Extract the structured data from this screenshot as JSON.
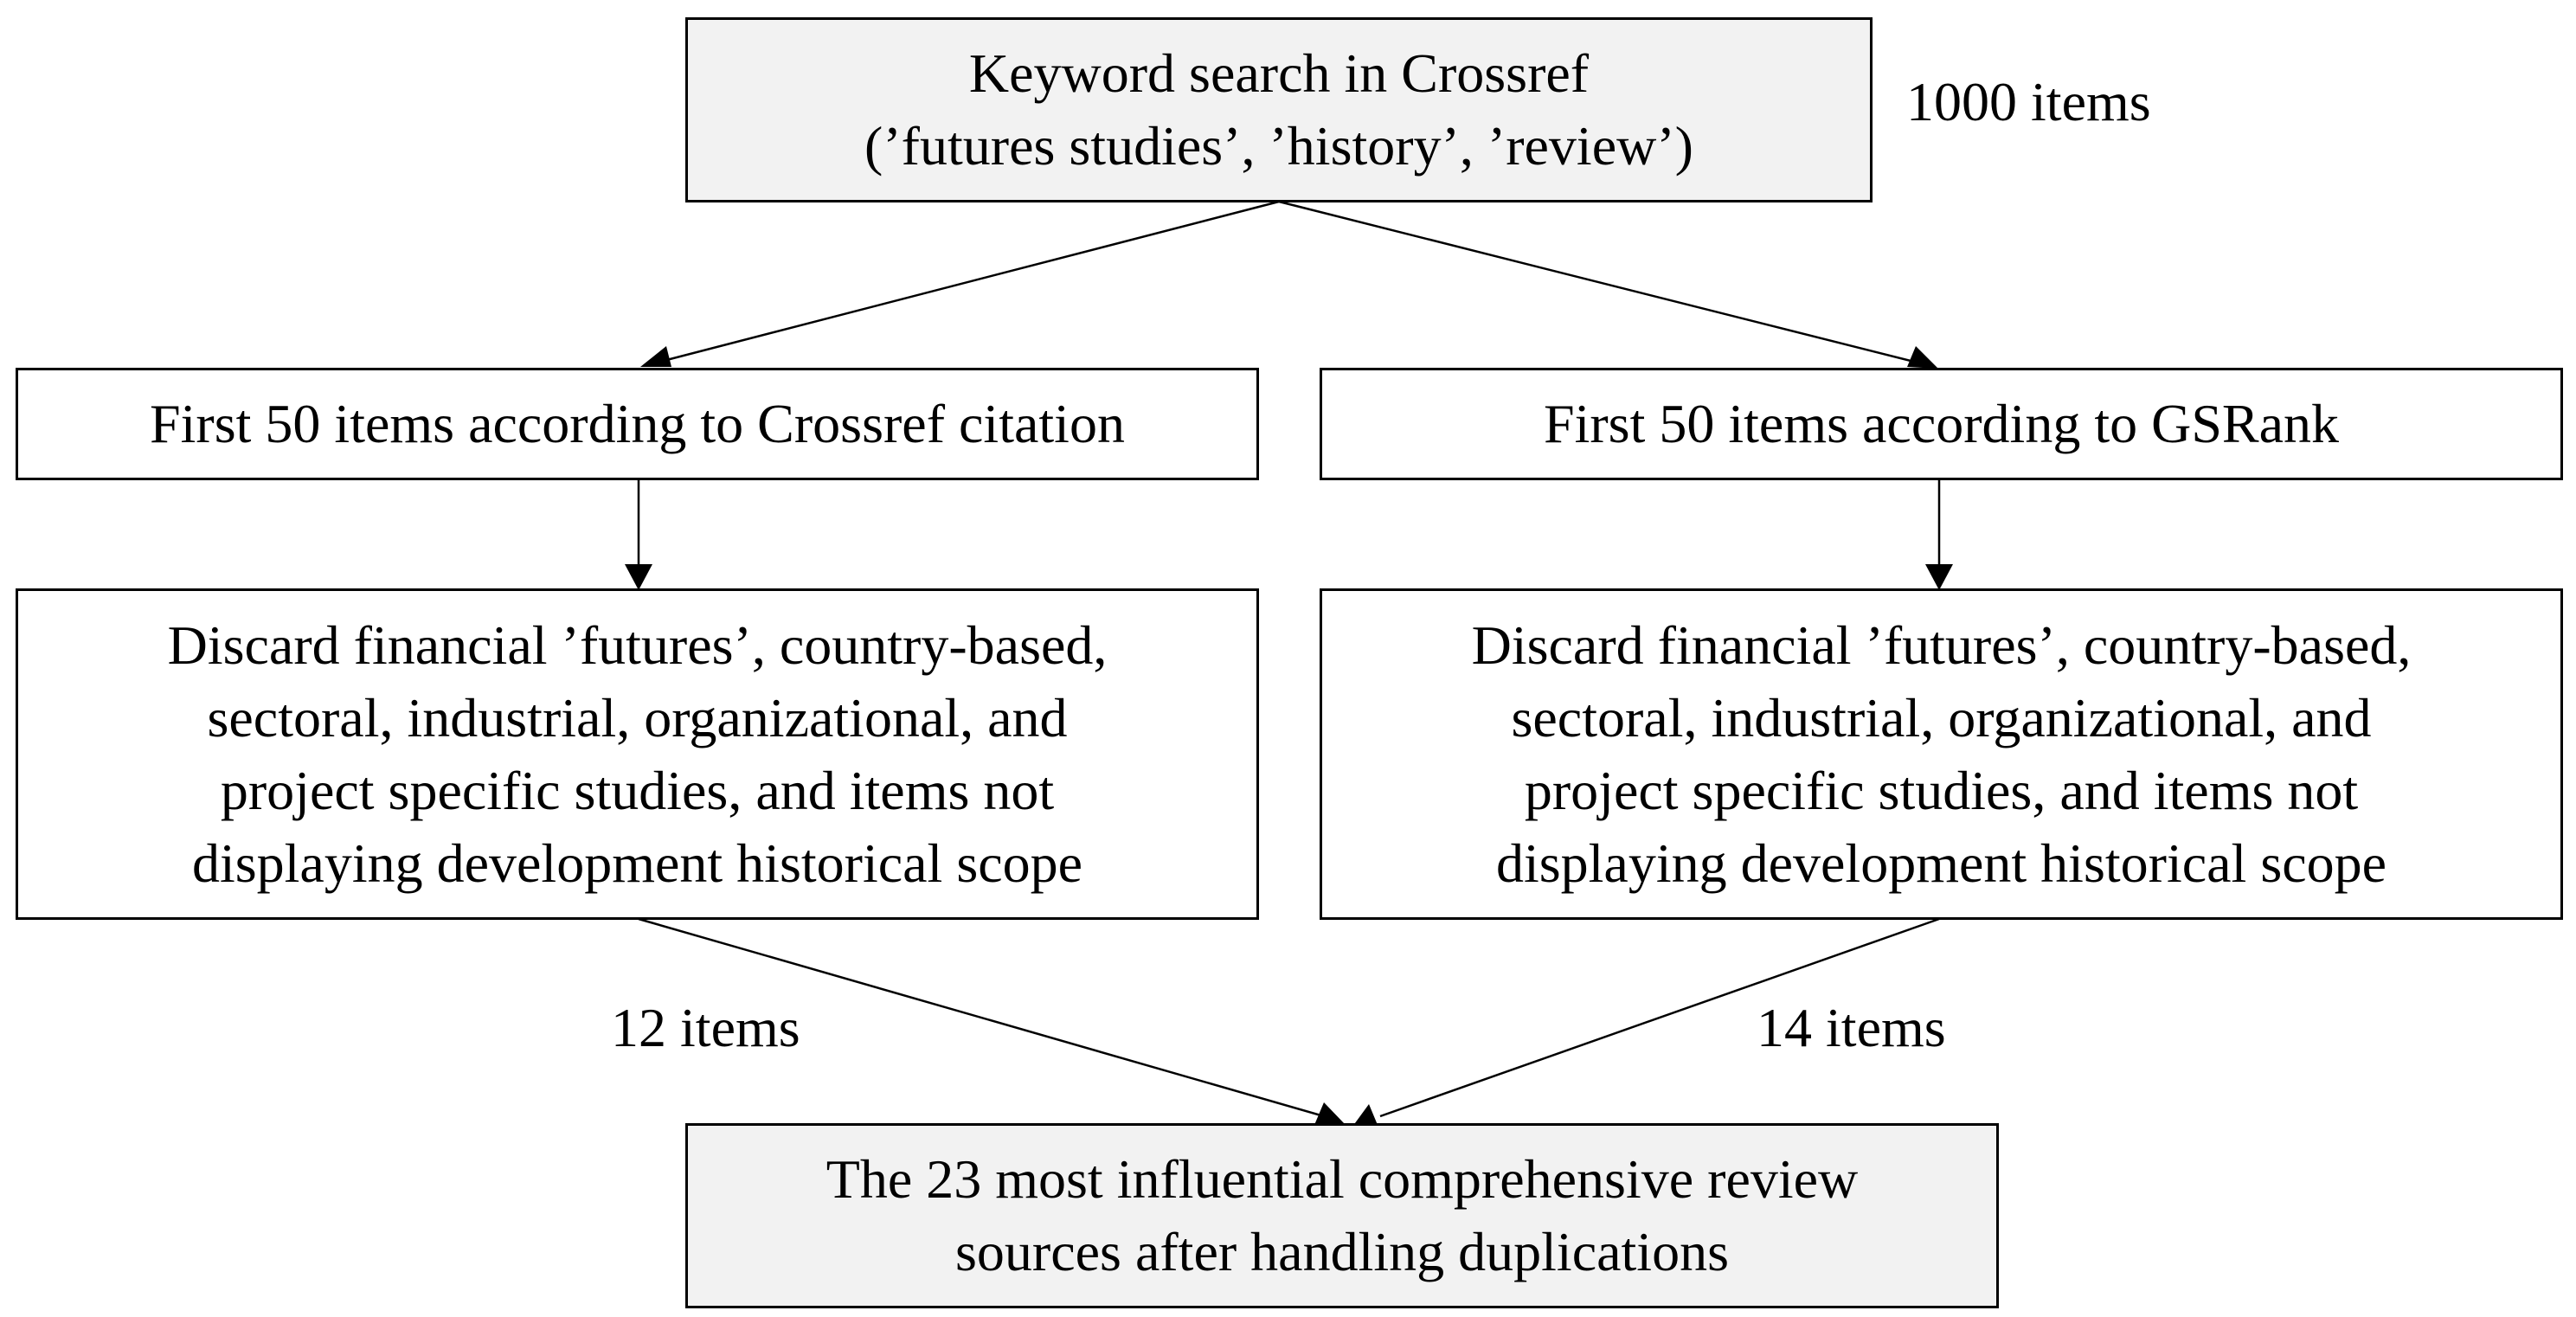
{
  "nodes": {
    "keyword_search": {
      "line1": "Keyword search in Crossref",
      "line2": "(’futures studies’, ’history’, ’review’)"
    },
    "crossref_first50": {
      "text": "First 50 items according to Crossref citation"
    },
    "gsrank_first50": {
      "text": "First 50 items according to GSRank"
    },
    "discard_left": {
      "line1": "Discard financial ’futures’, country-based,",
      "line2": "sectoral, industrial, organizational, and",
      "line3": "project specific studies, and items not",
      "line4": "displaying development historical scope"
    },
    "discard_right": {
      "line1": "Discard financial ’futures’, country-based,",
      "line2": "sectoral, industrial, organizational, and",
      "line3": "project specific studies, and items not",
      "line4": "displaying development historical scope"
    },
    "final_sources": {
      "line1": "The 23 most influential comprehensive review",
      "line2": "sources after handling duplications"
    }
  },
  "counts": {
    "initial": "1000 items",
    "left_after_discard": "12 items",
    "right_after_discard": "14 items"
  },
  "colors": {
    "shaded_fill": "#f2f2f2",
    "plain_fill": "#ffffff",
    "line": "#000000"
  }
}
